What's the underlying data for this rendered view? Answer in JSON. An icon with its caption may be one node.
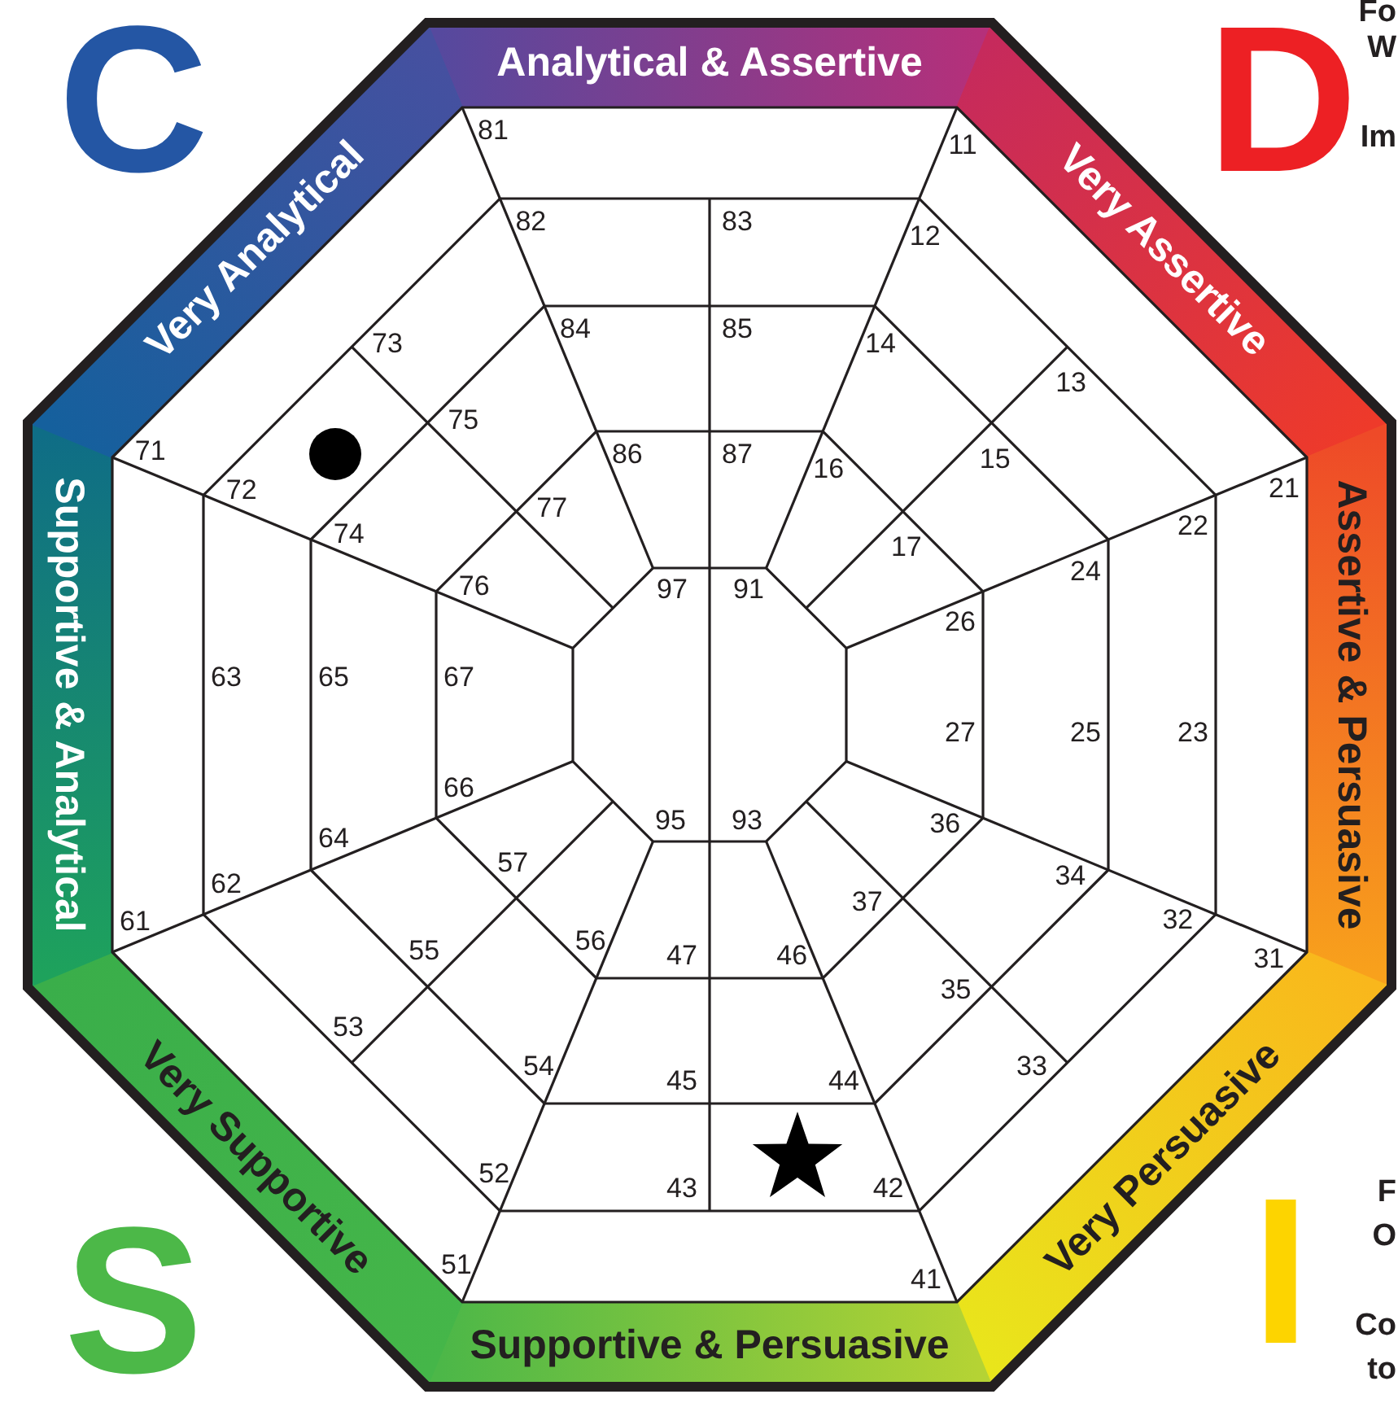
{
  "diagram": {
    "labels": [
      "C",
      "Analytical & Assertive",
      "D",
      "Fo",
      "W",
      "81",
      "11",
      "Im",
      "Very Analytical",
      "Very Assertive",
      "82",
      "83",
      "12",
      "73",
      "84",
      "85",
      "14",
      "13",
      "75",
      "71",
      "86",
      "87",
      "16",
      "15",
      "72",
      "21",
      "Supportive & Analytical",
      "Assertive & Persuasive",
      "22",
      "74",
      "77",
      "17",
      "24",
      "76",
      "97",
      "91",
      "26",
      "63",
      "65",
      "67",
      "27",
      "25",
      "23",
      "66",
      "95",
      "93",
      "36",
      "64",
      "57",
      "34",
      "62",
      "37",
      "61",
      "56",
      "32",
      "55",
      "47",
      "46",
      "31",
      "35",
      "53",
      "54",
      "33",
      "45",
      "44",
      "Very Supportive",
      "Very Persuasive",
      "F",
      "52",
      "43",
      "42",
      "O",
      "S",
      "I",
      "51",
      "41",
      "Co",
      "Supportive & Persuasive",
      "to"
    ]
  }
}
